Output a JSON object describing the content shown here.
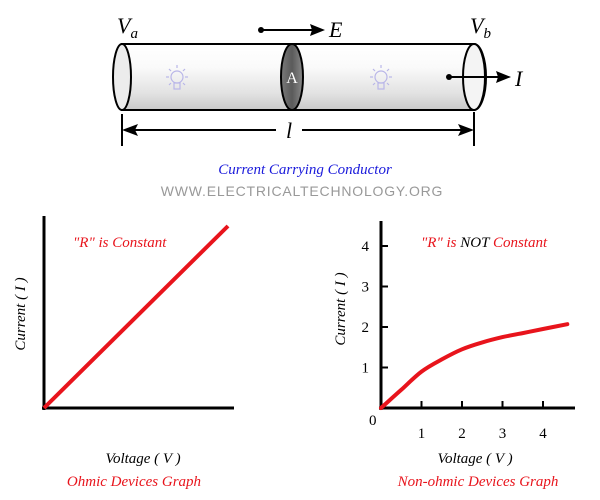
{
  "conductor": {
    "label_va_main": "V",
    "label_va_sub": "a",
    "label_vb_main": "V",
    "label_vb_sub": "b",
    "label_e": "E",
    "label_a": "A",
    "label_i": "I",
    "label_l": "l",
    "caption": "Current Carrying Conductor",
    "watermark": "WWW.ELECTRICALTECHNOLOGY.ORG",
    "icons": [
      "lightbulb-icon",
      "lightbulb-icon"
    ],
    "colors": {
      "caption": "#1a1adb",
      "watermark": "#999999",
      "body_fill": "#f2f2f2"
    }
  },
  "chart_data": [
    {
      "type": "line",
      "title": "\"R\" is Constant",
      "ylabel": "Current ( I )",
      "xlabel": "Voltage ( V )",
      "caption": "Ohmic Devices Graph",
      "series": [
        {
          "x": [
            0,
            1
          ],
          "y": [
            0,
            1
          ]
        }
      ],
      "ticks": false,
      "grid": false,
      "color": "#e8141c"
    },
    {
      "type": "line",
      "title_parts": [
        "\"R\" is ",
        "NOT",
        " Constant"
      ],
      "ylabel": "Current ( I )",
      "xlabel": "Voltage ( V )",
      "caption": "Non-ohmic Devices Graph",
      "origin_label": "0",
      "x_ticks": [
        "1",
        "2",
        "3",
        "4"
      ],
      "y_ticks": [
        "1",
        "2",
        "3",
        "4"
      ],
      "xlim": [
        0,
        4.7
      ],
      "ylim": [
        0,
        4.5
      ],
      "series": [
        {
          "x": [
            0,
            0.5,
            1,
            1.5,
            2,
            2.5,
            3,
            3.5,
            4,
            4.6
          ],
          "y": [
            0,
            0.45,
            0.9,
            1.2,
            1.45,
            1.62,
            1.75,
            1.85,
            1.95,
            2.07
          ]
        }
      ],
      "grid": false,
      "color": "#e8141c"
    }
  ]
}
